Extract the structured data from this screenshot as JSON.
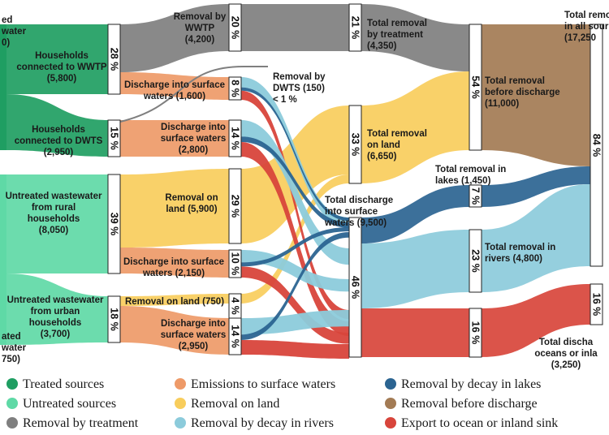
{
  "colors": {
    "treated": "#1f9e62",
    "untreated": "#5fd9a6",
    "treatment": "#7f7f7f",
    "emission": "#ee9a68",
    "land": "#f8cd5c",
    "rivers": "#8ccbdb",
    "lakes": "#2b6491",
    "before": "#a37b54",
    "export": "#d8453b"
  },
  "sources": {
    "treated": {
      "label": [
        "ed",
        "water",
        "0)"
      ]
    },
    "untreated": {
      "label": [
        "ated",
        "water",
        "750)"
      ]
    }
  },
  "households": [
    {
      "id": "wwtp",
      "label": [
        "Households",
        "connected to WWTP",
        "(5,800)"
      ],
      "pct": "28 %"
    },
    {
      "id": "dwts",
      "label": [
        "Households",
        "connected to DWTS",
        "(2,950)"
      ],
      "pct": "15 %"
    },
    {
      "id": "rural",
      "label": [
        "Untreated wastewater",
        "from rural",
        "households",
        "(8,050)"
      ],
      "pct": "39 %"
    },
    {
      "id": "urban",
      "label": [
        "Untreated wastewater",
        "from urban",
        "households",
        "(3,700)"
      ],
      "pct": "18 %"
    }
  ],
  "intermediates": [
    {
      "id": "rem_wwtp",
      "label": [
        "Removal by",
        "WWTP",
        "(4,200)"
      ],
      "pct": "20 %"
    },
    {
      "id": "dis_wwtp",
      "label": [
        "Discharge into surface",
        "waters (1,600)"
      ],
      "pct": "8 %"
    },
    {
      "id": "dis_dwts",
      "label": [
        "Discharge into",
        "surface waters",
        "(2,800)"
      ],
      "pct": "14 %"
    },
    {
      "id": "land_rural",
      "label": [
        "Removal on",
        "land (5,900)"
      ],
      "pct": "29 %"
    },
    {
      "id": "dis_rural",
      "label": [
        "Discharge into surface",
        "waters (2,150)"
      ],
      "pct": "10 %"
    },
    {
      "id": "land_urban",
      "label": [
        "Removal on land (750)"
      ],
      "pct": "4 %"
    },
    {
      "id": "dis_urban",
      "label": [
        "Discharge into",
        "surface waters",
        "(2,950)"
      ],
      "pct": "14 %"
    }
  ],
  "dwts_removal": {
    "label": [
      "Removal by",
      "DWTS (150)",
      "< 1 %"
    ]
  },
  "totals": [
    {
      "id": "tot_treat",
      "label": [
        "Total removal",
        "by treatment",
        "(4,350)"
      ],
      "pct": "21 %"
    },
    {
      "id": "tot_land",
      "label": [
        "Total removal",
        "on land",
        "(6,650)"
      ],
      "pct": "33 %"
    },
    {
      "id": "tot_surface",
      "label": [
        "Total discharge",
        "into surface",
        "waters (9,500)"
      ],
      "pct": "46 %"
    }
  ],
  "fates": [
    {
      "id": "before",
      "label": [
        "Total removal",
        "before discharge",
        "(11,000)"
      ],
      "pct": "54 %"
    },
    {
      "id": "lakes",
      "label": [
        "Total removal in",
        "lakes (1,450)"
      ],
      "pct": "7 %"
    },
    {
      "id": "rivers",
      "label": [
        "Total removal in",
        "rivers (4,800)"
      ],
      "pct": "23 %"
    },
    {
      "id": "sink",
      "label": [],
      "pct": "16 %"
    }
  ],
  "finals": [
    {
      "id": "all_sources",
      "label": [
        "Total removal",
        "in all sour",
        "(17,250"
      ],
      "pct": "84 %"
    },
    {
      "id": "oceans",
      "label": [
        "Total discha",
        "oceans or inla",
        "(3,250)"
      ],
      "pct": "16 %"
    }
  ],
  "legend": [
    {
      "label": "Treated sources",
      "color_key": "treated"
    },
    {
      "label": "Emissions to surface waters",
      "color_key": "emission"
    },
    {
      "label": "Removal by decay in lakes",
      "color_key": "lakes"
    },
    {
      "label": "Untreated sources",
      "color_key": "untreated"
    },
    {
      "label": "Removal on land",
      "color_key": "land"
    },
    {
      "label": "Removal before discharge",
      "color_key": "before"
    },
    {
      "label": "Removal by treatment",
      "color_key": "treatment"
    },
    {
      "label": "Removal by decay in rivers",
      "color_key": "rivers"
    },
    {
      "label": "Export to ocean or inland sink",
      "color_key": "export"
    }
  ]
}
